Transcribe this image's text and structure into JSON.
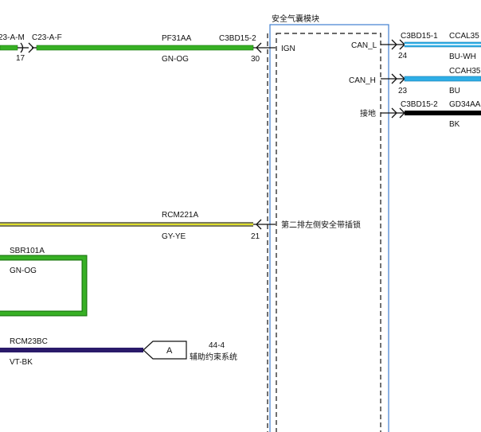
{
  "module": {
    "title": "安全气囊模块",
    "border_color": "#3f7fd0"
  },
  "colors": {
    "green": "#37b024",
    "green_dark": "#1d7a12",
    "blue": "#2eaee6",
    "blue_light": "#cfeefc",
    "black": "#000000",
    "gray": "#7a7a60",
    "yellow": "#dede2a",
    "violet": "#2a1a6a"
  },
  "wires": {
    "top_left": {
      "left_connector": "23-A-M",
      "right_connector": "C23-A-F",
      "pin": "17",
      "circuit": "PF31AA",
      "color_code": "GN-OG",
      "module_connector": "C3BD15-2",
      "module_pin": "30",
      "signal": "IGN"
    },
    "can_l": {
      "signal": "CAN_L",
      "connector": "C3BD15-1",
      "pin": "24",
      "circuit": "CCAL35",
      "color_code": "BU-WH"
    },
    "can_h": {
      "signal": "CAN_H",
      "pin": "23",
      "circuit": "CCAH35",
      "color_code": "BU"
    },
    "ground": {
      "signal": "接地",
      "connector": "C3BD15-2",
      "circuit": "GD34AA",
      "color_code": "BK"
    },
    "seatbelt": {
      "circuit": "RCM221A",
      "color_code": "GY-YE",
      "pin": "21",
      "signal": "第二排左侧安全带插锁"
    },
    "loop": {
      "circuit": "SBR101A",
      "color_code": "GN-OG"
    },
    "restraint": {
      "circuit": "RCM23BC",
      "color_code": "VT-BK",
      "ref_letter": "A",
      "ref_page": "44-4",
      "ref_system": "辅助约束系统"
    }
  }
}
